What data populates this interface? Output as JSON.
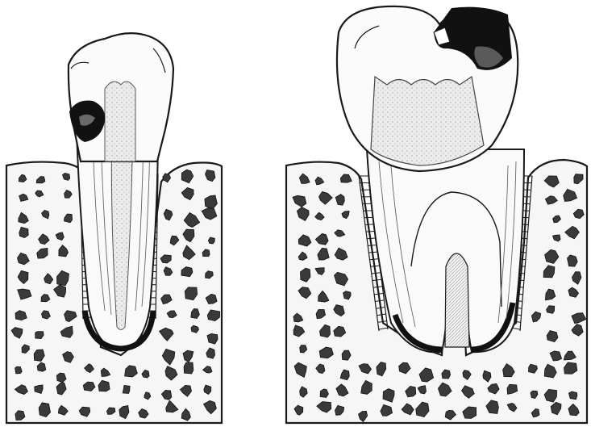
{
  "figure": {
    "panels": [
      {
        "id": "left",
        "subject": "incisor-with-caries"
      },
      {
        "id": "right",
        "subject": "molar-with-caries"
      }
    ],
    "colors": {
      "ink": "#1a1a1a",
      "paper": "#ffffff",
      "bone_fill": "#f4f4f4",
      "pebble": "#3a3a3a",
      "pulp": "#d8d8d8",
      "caries": "#111111"
    }
  }
}
